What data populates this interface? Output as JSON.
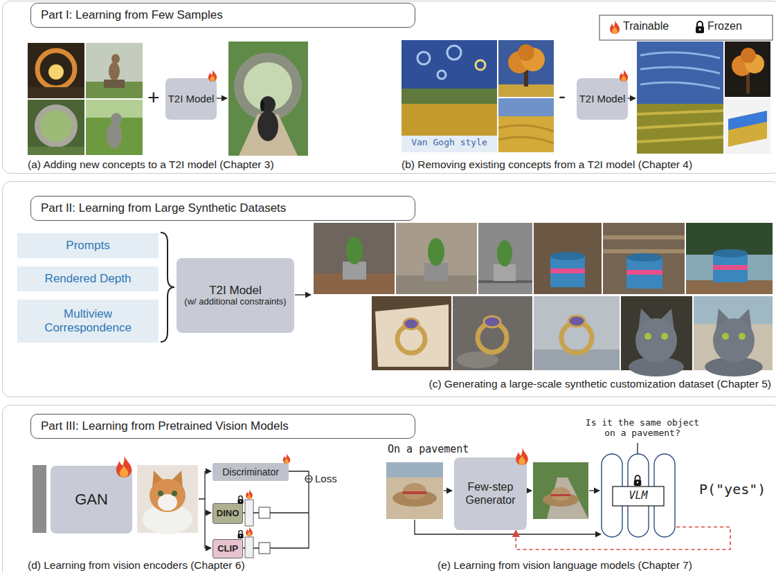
{
  "diagram": {
    "nodes": [
      {
        "text": [
          "Part I: Learning from Few Samples"
        ]
      },
      {
        "text": [
          "T2I Model"
        ],
        "in": 0
      },
      {
        "text": [
          "T2I Model"
        ],
        "in": 0
      },
      {
        "text": [
          "Part II: Learning from Large Synthetic Datasets"
        ]
      },
      {
        "text": [
          "Prompts"
        ],
        "in": 3
      },
      {
        "text": [
          "Rendered Depth"
        ],
        "in": 3
      },
      {
        "text": [
          "Multiview Correspondence"
        ],
        "in": 3
      },
      {
        "text": [
          "T2I Model",
          "(w/ additional constraints)"
        ],
        "in": 3
      },
      {
        "text": [
          "Part III: Learning from Pretrained Vision Models"
        ]
      },
      {
        "text": [
          "GAN"
        ],
        "in": 8
      },
      {
        "text": [
          "Discriminator"
        ],
        "in": 8
      },
      {
        "text": [
          "DINO"
        ],
        "in": 8
      },
      {
        "text": [
          "CLIP"
        ],
        "in": 8
      },
      {
        "text": [
          "Few-step Generator"
        ],
        "in": 8
      },
      {
        "text": [
          "VLM"
        ],
        "in": 8
      }
    ],
    "edges": [
      {
        "from": 14,
        "to": 13,
        "arrow": "to"
      }
    ],
    "labels": [
      "+",
      "-",
      "Van Gogh style",
      "(a) Adding new concepts to a T2I model (Chapter 3)",
      "(b) Removing existing concepts from a T2I model (Chapter 4)",
      "(c) Generating a large-scale synthetic customization dataset (Chapter 5)",
      "Loss",
      "(d) Learning from vision encoders (Chapter 6)",
      "On a pavement",
      "Is it the same object on a pavement?",
      "P(\"yes\")",
      "(e) Learning from vision language models (Chapter 7)"
    ],
    "legend": [
      {
        "text": "Trainable"
      },
      {
        "text": "Frozen"
      }
    ]
  }
}
